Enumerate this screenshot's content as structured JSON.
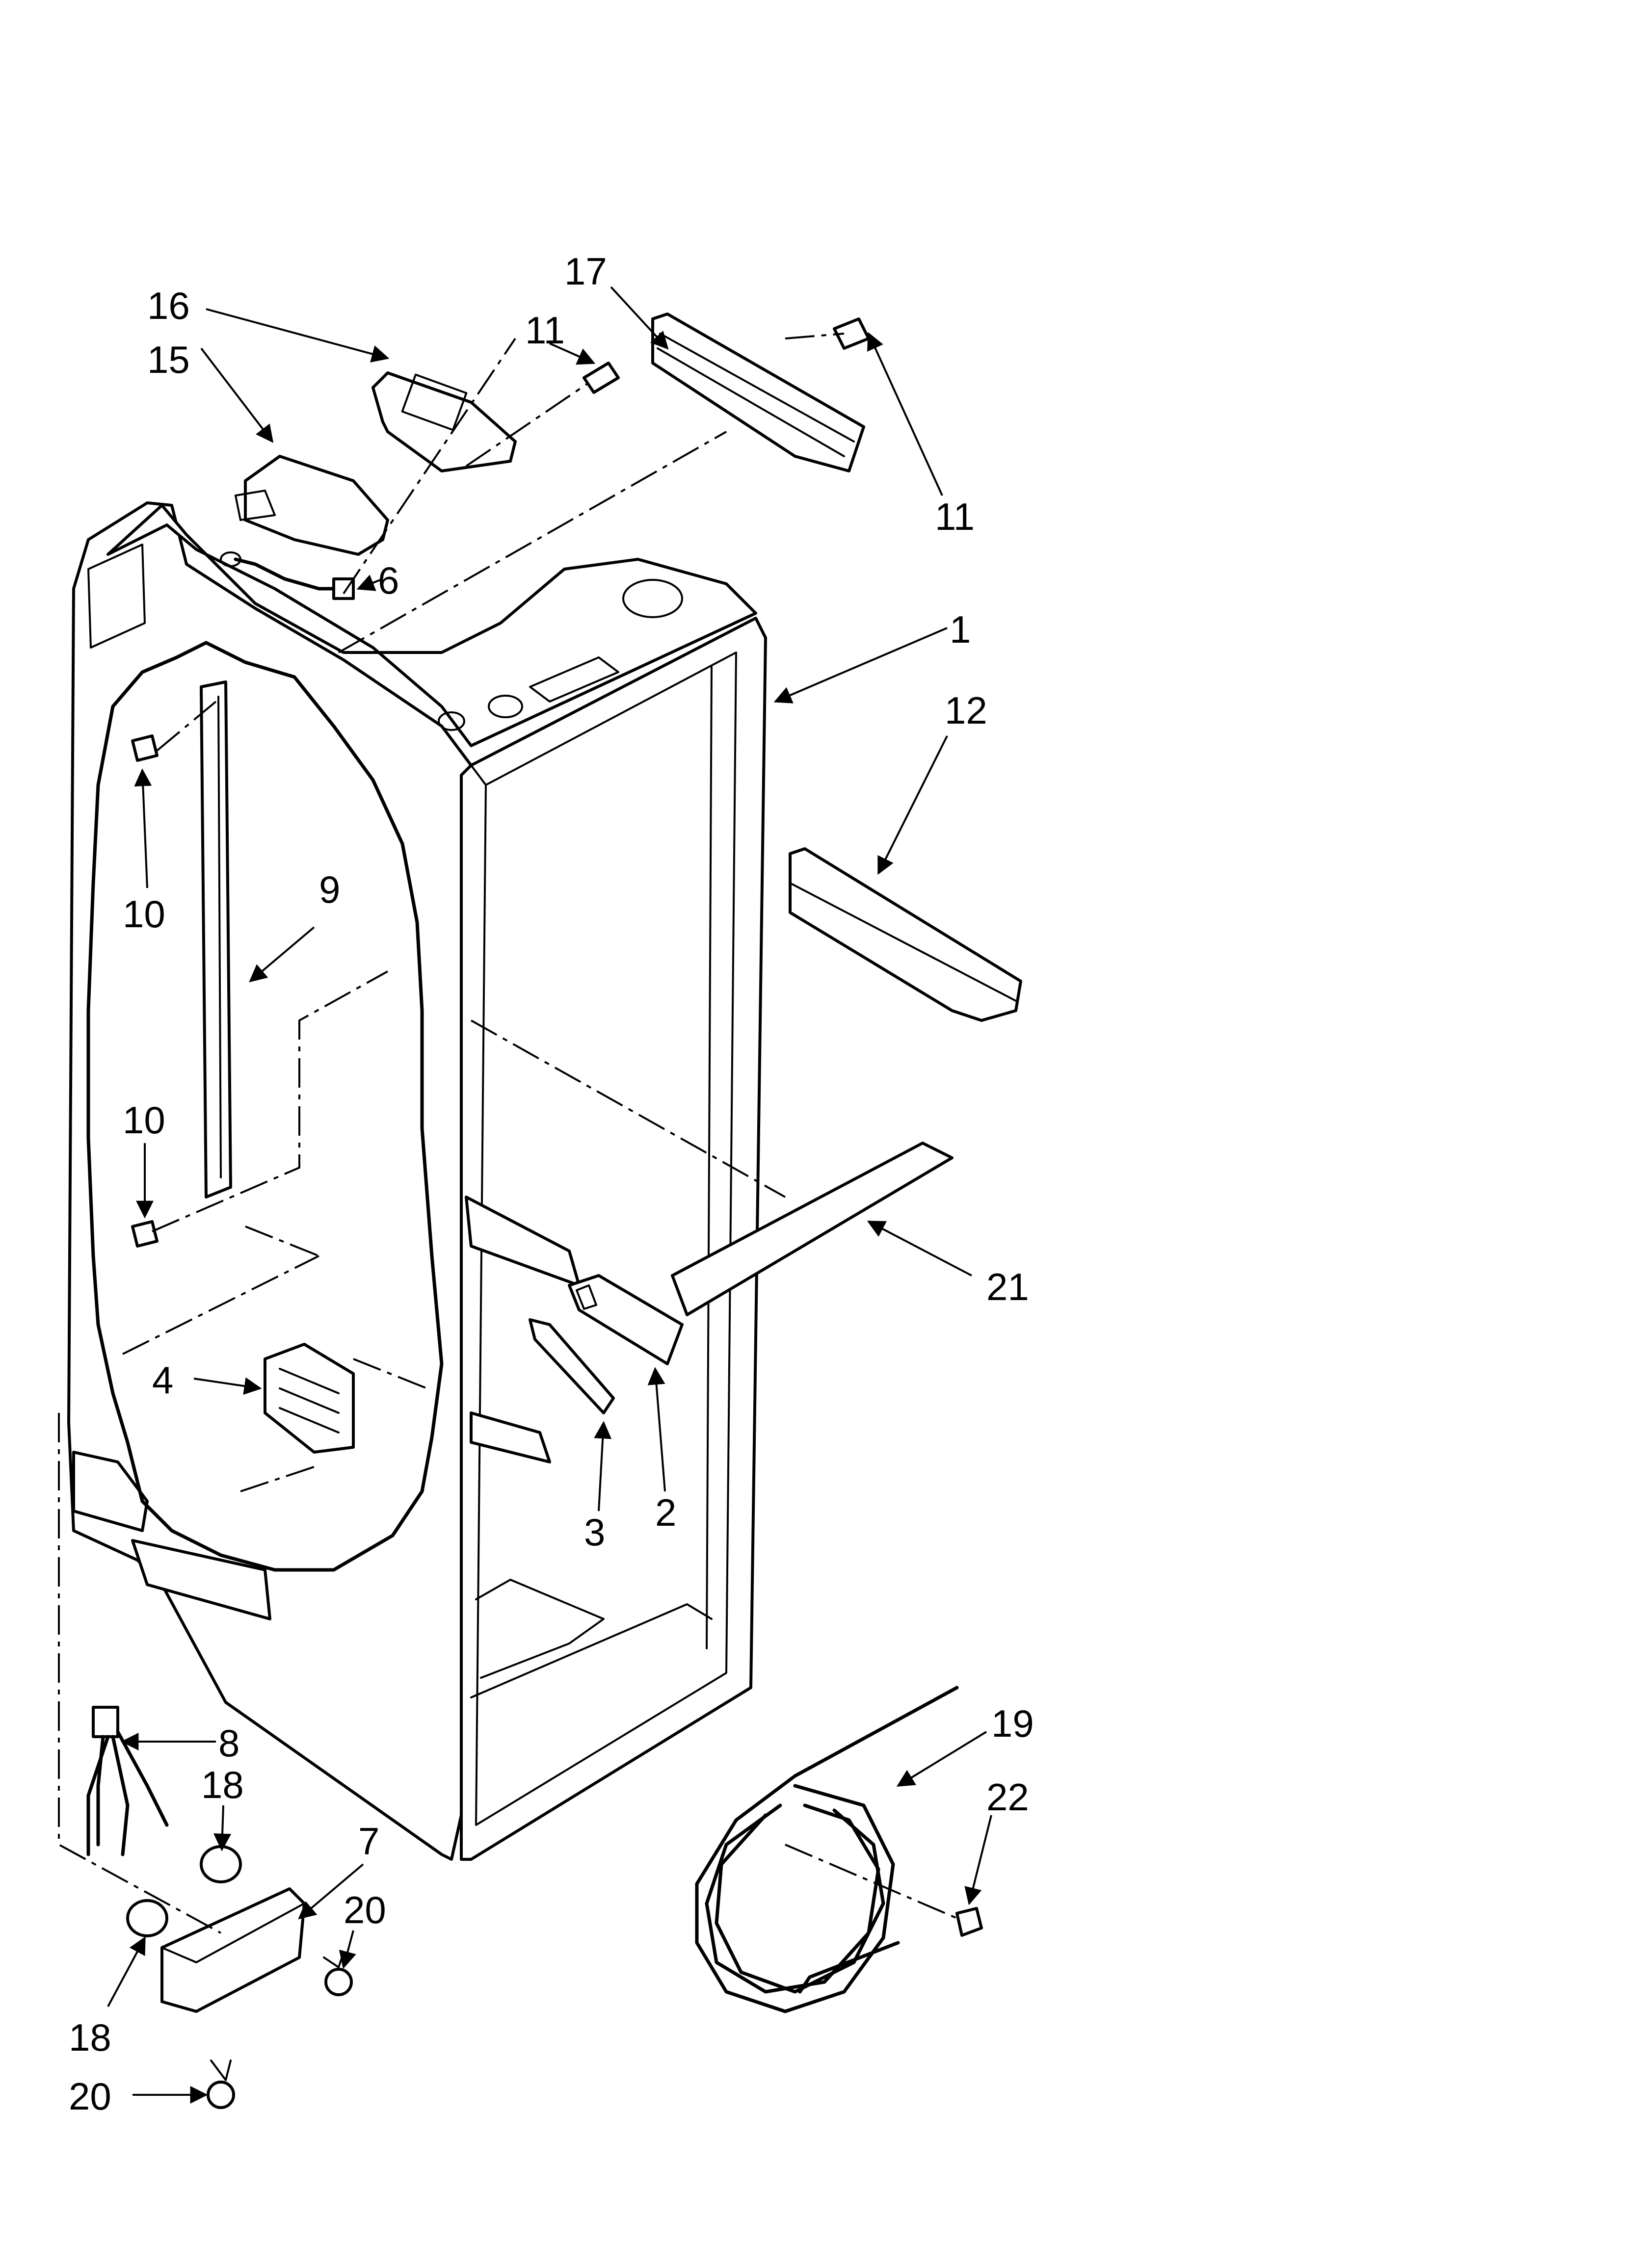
{
  "callouts": {
    "c1": "1",
    "c2": "2",
    "c3": "3",
    "c4": "4",
    "c6": "6",
    "c7": "7",
    "c8": "8",
    "c9": "9",
    "c10a": "10",
    "c10b": "10",
    "c11a": "11",
    "c11b": "11",
    "c12": "12",
    "c15": "15",
    "c16": "16",
    "c17": "17",
    "c18a": "18",
    "c18b": "18",
    "c19": "19",
    "c20a": "20",
    "c20b": "20",
    "c21": "21",
    "c22": "22"
  }
}
